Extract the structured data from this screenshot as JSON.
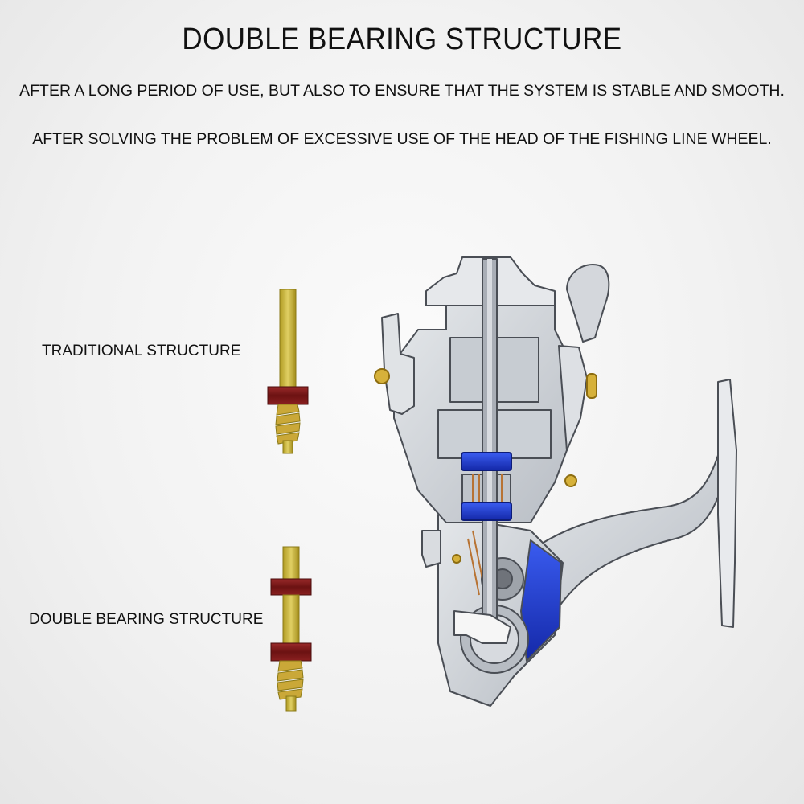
{
  "heading": {
    "title": "DOUBLE BEARING STRUCTURE",
    "line1": "AFTER A LONG PERIOD OF USE, BUT ALSO TO ENSURE THAT THE SYSTEM IS STABLE AND SMOOTH.",
    "line2": "AFTER SOLVING THE PROBLEM OF EXCESSIVE USE OF THE HEAD OF THE FISHING LINE WHEEL."
  },
  "labels": {
    "traditional": "TRADITIONAL STRUCTURE",
    "double": "DOUBLE BEARING STRUCTURE"
  },
  "colors": {
    "shaft": "#c9b43a",
    "bearing": "#7e1a1a",
    "reel_bearing": "#1f3fd1",
    "body": "#cfd3d8",
    "outline": "#4a4e55"
  }
}
